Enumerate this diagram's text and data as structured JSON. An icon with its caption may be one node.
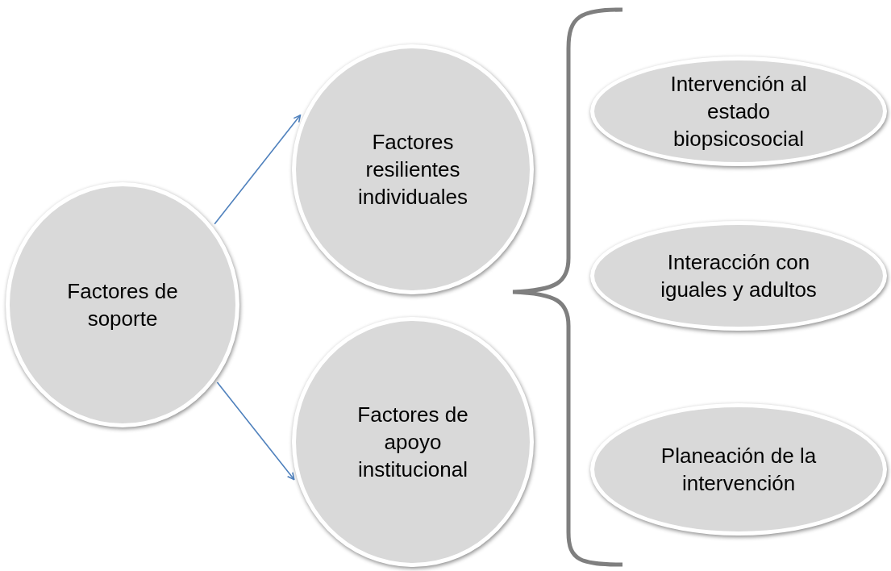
{
  "diagram": {
    "nodes": [
      {
        "text": [
          "Factores de soporte"
        ]
      },
      {
        "text": [
          "Factores resilientes individuales"
        ]
      },
      {
        "text": [
          "Factores de apoyo institucional"
        ]
      },
      {
        "text": [
          "Intervención al estado biopsicosocial"
        ]
      },
      {
        "text": [
          "Interacción con iguales y adultos"
        ]
      },
      {
        "text": [
          "Planeación de la intervención"
        ]
      }
    ],
    "edges": [
      {
        "from": 0,
        "to": 1,
        "arrow": "to"
      },
      {
        "from": 0,
        "to": 2,
        "arrow": "to"
      }
    ]
  }
}
